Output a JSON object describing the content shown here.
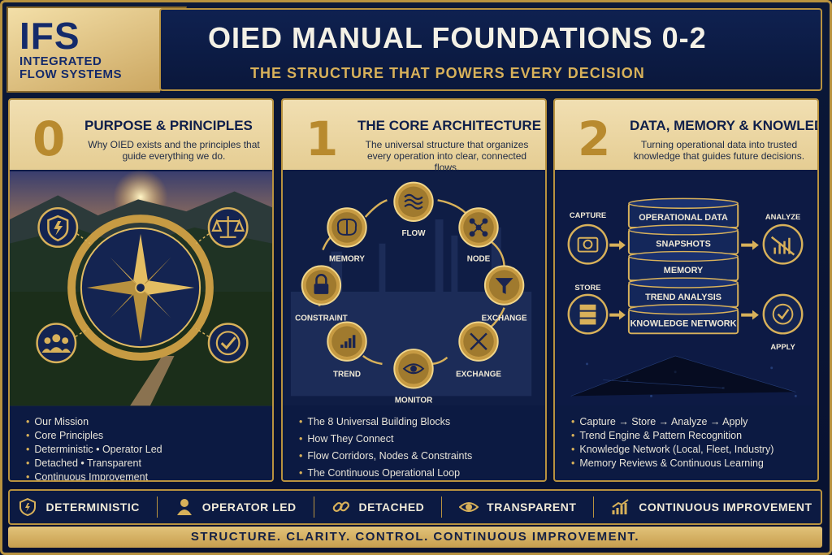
{
  "logo": {
    "abbr": "IFS",
    "line1": "INTEGRATED",
    "line2": "FLOW SYSTEMS"
  },
  "header": {
    "title": "OIED MANUAL FOUNDATIONS 0-2",
    "subtitle": "THE STRUCTURE THAT POWERS EVERY DECISION"
  },
  "sections": [
    {
      "number": "0",
      "title": "PURPOSE & PRINCIPLES",
      "description": "Why OIED exists and the principles that guide everything we do.",
      "items": [
        "Our Mission",
        "Core Principles",
        "Deterministic • Operator Led",
        "Detached • Transparent",
        "Continuous Improvement"
      ]
    },
    {
      "number": "1",
      "title": "THE CORE ARCHITECTURE",
      "description": "The universal structure that organizes every operation into clear, connected flows.",
      "items": [
        "The 8 Universal Building Blocks",
        "How They Connect",
        "Flow Corridors, Nodes & Constraints",
        "The Continuous Operational Loop"
      ],
      "cycle": [
        "FLOW",
        "NODE",
        "EXCHANGE",
        "EXCHANGE",
        "MONITOR",
        "TREND",
        "CONSTRAINT",
        "MEMORY"
      ]
    },
    {
      "number": "2",
      "title": "DATA, MEMORY & KNOWLEDGE",
      "description": "Turning operational data into trusted knowledge that guides future decisions.",
      "items": [
        "Capture → Store → Analyze → Apply",
        "Trend Engine & Pattern Recognition",
        "Knowledge Network (Local, Fleet, Industry)",
        "Memory Reviews & Continuous Learning"
      ],
      "layers": [
        "OPERATIONAL DATA",
        "SNAPSHOTS",
        "MEMORY",
        "TREND ANALYSIS",
        "KNOWLEDGE NETWORK"
      ],
      "steps": {
        "capture": "CAPTURE",
        "store": "STORE",
        "analyze": "ANALYZE",
        "apply": "APPLY"
      }
    }
  ],
  "pillars": [
    "DETERMINISTIC",
    "OPERATOR LED",
    "DETACHED",
    "TRANSPARENT",
    "CONTINUOUS IMPROVEMENT"
  ],
  "footer": "STRUCTURE. CLARITY. CONTROL. CONTINUOUS IMPROVEMENT.",
  "colors": {
    "gold": "#d8b15a",
    "navy": "#0c1a42",
    "cream": "#f1dfb2"
  }
}
